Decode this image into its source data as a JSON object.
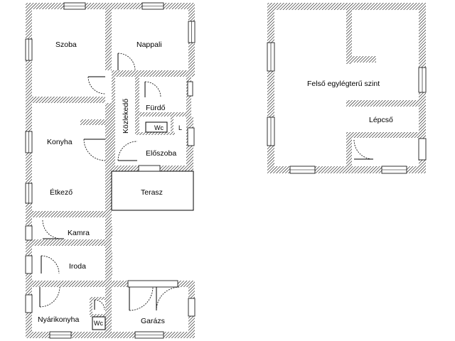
{
  "ground_floor": {
    "rooms": {
      "szoba": "Szoba",
      "nappali": "Nappali",
      "furdo": "Fürdő",
      "kozlekedo": "Közlekedő",
      "wc_main": "Wc",
      "l_mark": "L",
      "konyha": "Konyha",
      "eloszoba": "Előszoba",
      "etkezo": "Étkező",
      "terasz": "Terasz",
      "kamra": "Kamra",
      "iroda": "Iroda",
      "nyarikonyha": "Nyárikonyha",
      "wc_small": "Wc",
      "garazs": "Garázs"
    }
  },
  "upper_floor": {
    "rooms": {
      "felso": "Felső egylégterű szint",
      "lepcso": "Lépcső"
    }
  },
  "colors": {
    "wall_hatch": "#000000",
    "background": "#ffffff"
  }
}
